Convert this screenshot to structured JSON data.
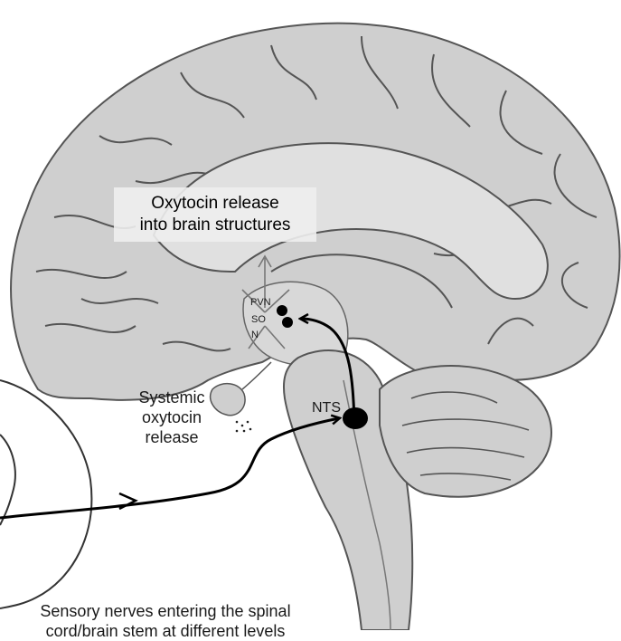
{
  "labels": {
    "oxytocin_brain_line1": "Oxytocin release",
    "oxytocin_brain_line2": "into brain structures",
    "pvn": "PVN",
    "so": "SO",
    "n": "N",
    "nts": "NTS",
    "systemic_line1": "Systemic",
    "systemic_line2": "oxytocin",
    "systemic_line3": "release",
    "sensory_line1": "Sensory nerves entering the spinal",
    "sensory_line2": "cord/brain stem at different levels"
  },
  "colors": {
    "brain_fill": "#cfcfcf",
    "brain_outline": "#555555",
    "inner_fill": "#e0e0e0",
    "nerve_path": "#000000",
    "nucleus": "#000000"
  }
}
